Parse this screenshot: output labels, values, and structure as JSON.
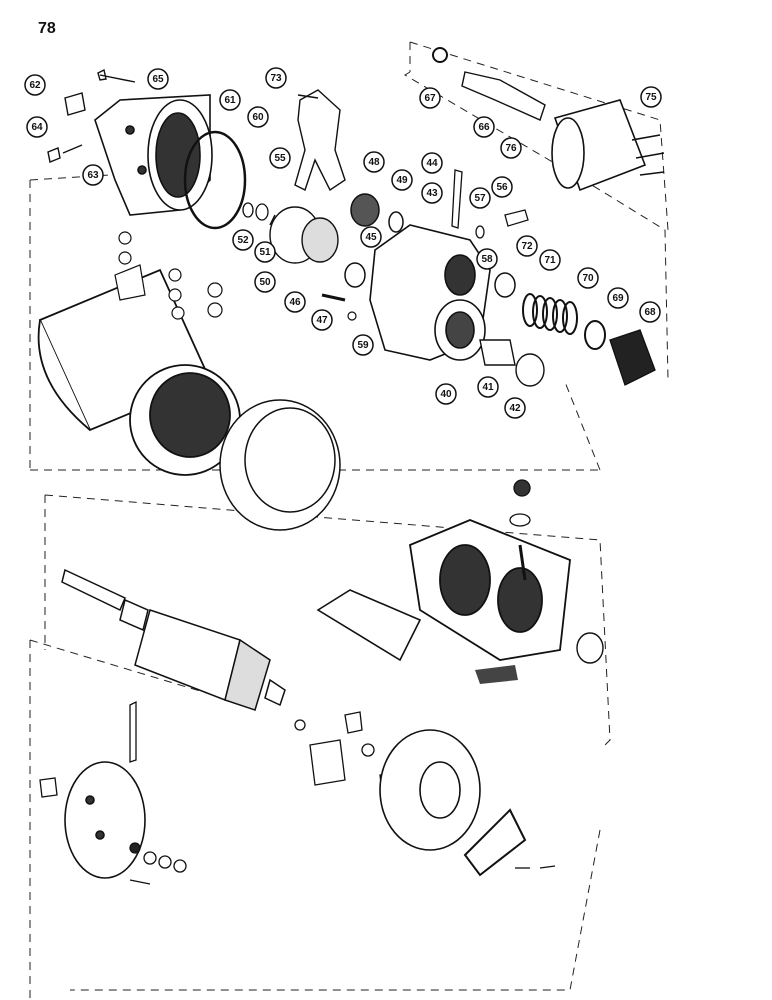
{
  "page_number": "78",
  "callouts": [
    {
      "label": "62"
    },
    {
      "label": "65"
    },
    {
      "label": "61"
    },
    {
      "label": "73"
    },
    {
      "label": "67"
    },
    {
      "label": "75"
    },
    {
      "label": "64"
    },
    {
      "label": "63"
    },
    {
      "label": "60"
    },
    {
      "label": "55"
    },
    {
      "label": "66"
    },
    {
      "label": "48"
    },
    {
      "label": "44"
    },
    {
      "label": "49"
    },
    {
      "label": "76"
    },
    {
      "label": "43"
    },
    {
      "label": "57"
    },
    {
      "label": "56"
    },
    {
      "label": "52"
    },
    {
      "label": "51"
    },
    {
      "label": "45"
    },
    {
      "label": "58"
    },
    {
      "label": "72"
    },
    {
      "label": "71"
    },
    {
      "label": "50"
    },
    {
      "label": "70"
    },
    {
      "label": "46"
    },
    {
      "label": "47"
    },
    {
      "label": "69"
    },
    {
      "label": "68"
    },
    {
      "label": "59"
    },
    {
      "label": "41"
    },
    {
      "label": "40"
    },
    {
      "label": "42"
    }
  ]
}
